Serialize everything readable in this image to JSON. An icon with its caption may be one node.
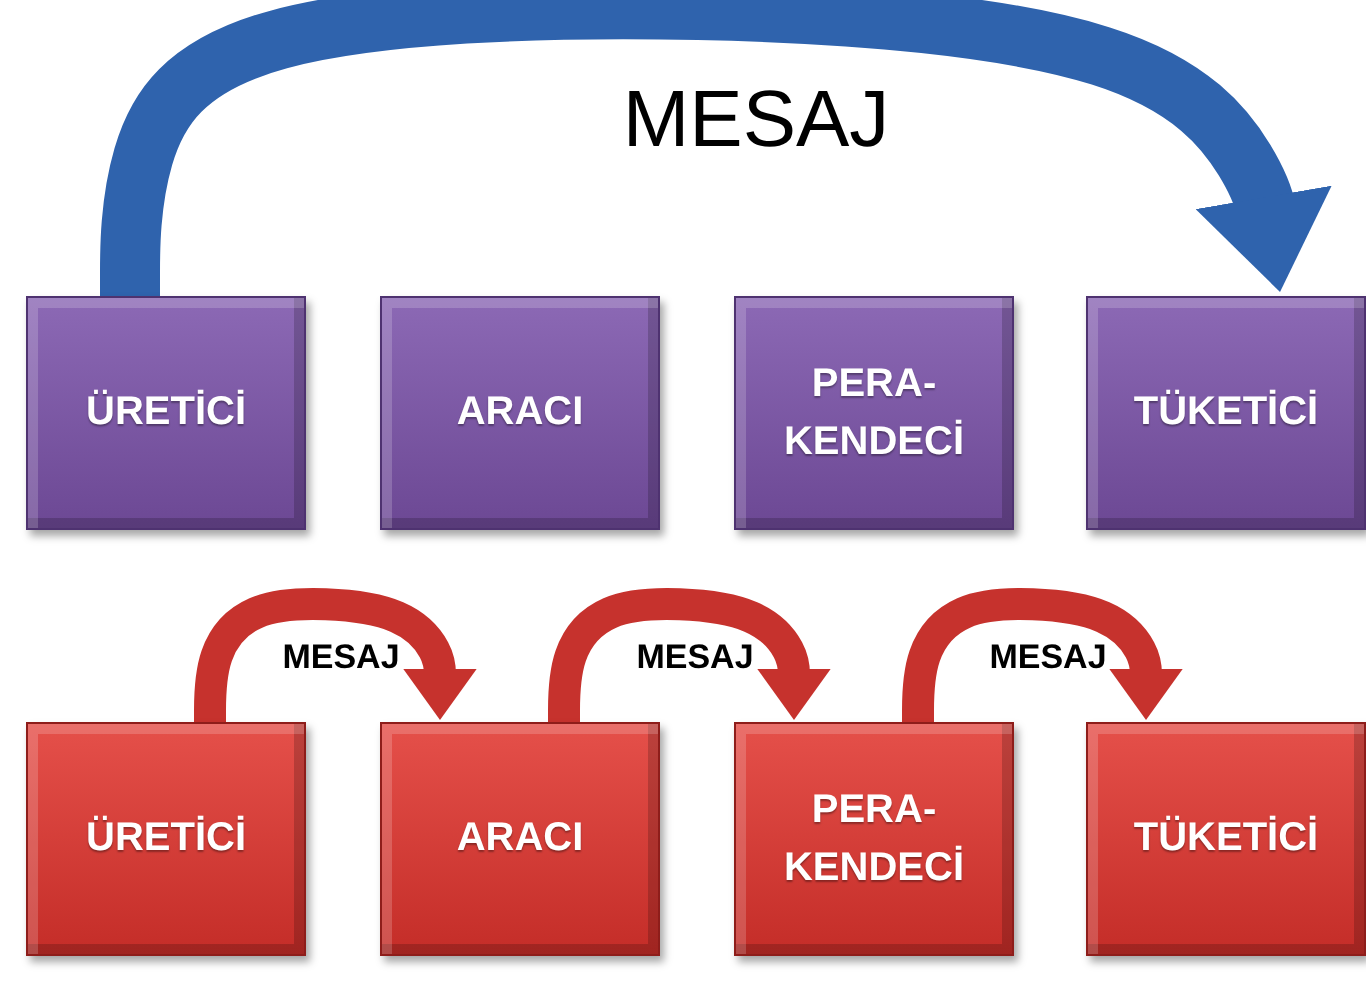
{
  "diagram": {
    "nodes": [
      {
        "text": [
          "ÜRETİCİ"
        ]
      },
      {
        "text": [
          "ARACI"
        ]
      },
      {
        "text": [
          "PERA- KENDECİ"
        ]
      },
      {
        "text": [
          "TÜKETİCİ"
        ]
      },
      {
        "text": [
          "ÜRETİCİ"
        ]
      },
      {
        "text": [
          "ARACI"
        ]
      },
      {
        "text": [
          "PERA- KENDECİ"
        ]
      },
      {
        "text": [
          "TÜKETİCİ"
        ]
      }
    ],
    "edges": [
      {
        "from": 0,
        "to": 3,
        "arrow": "to",
        "label": "MESAJ",
        "style": "thick",
        "color": "#2f63ad"
      },
      {
        "from": 4,
        "to": 5,
        "arrow": "to",
        "label": "MESAJ"
      },
      {
        "from": 5,
        "to": 6,
        "arrow": "to",
        "label": "MESAJ"
      },
      {
        "from": 6,
        "to": 7,
        "arrow": "to",
        "label": "MESAJ"
      }
    ]
  }
}
